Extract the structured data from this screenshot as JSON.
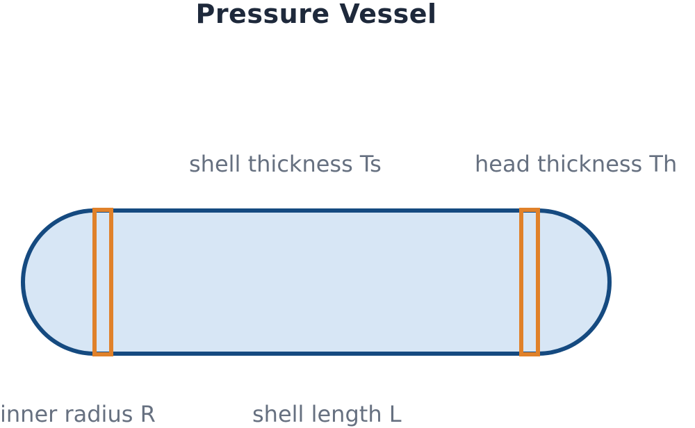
{
  "title": "Pressure Vessel",
  "labels": {
    "shell_thickness": "shell thickness Ts",
    "head_thickness": "head thickness Th",
    "inner_radius": "inner radius R",
    "shell_length": "shell length L"
  },
  "colors": {
    "outline": "#154a80",
    "fill": "#d7e6f5",
    "thickness_marker": "#e0812a",
    "title_text": "#1e293b",
    "label_text": "#667080"
  }
}
